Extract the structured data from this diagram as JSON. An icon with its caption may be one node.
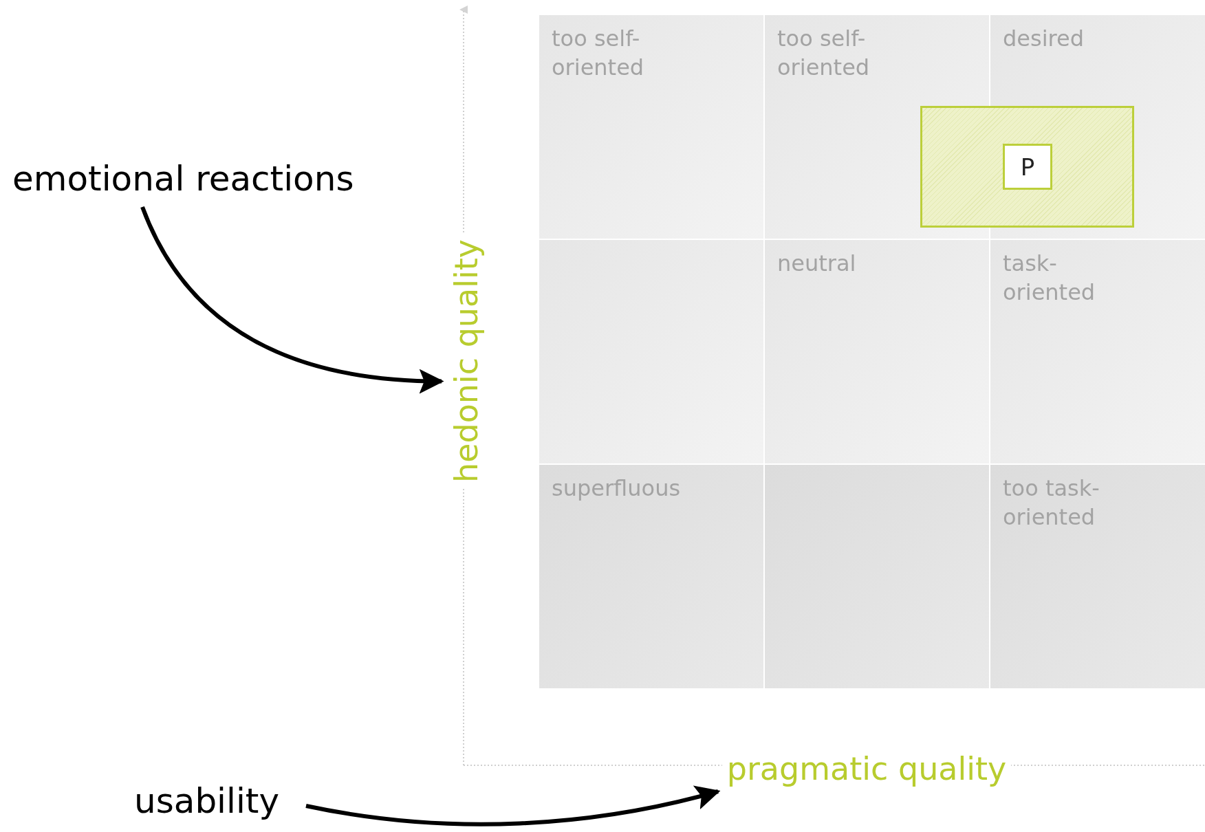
{
  "diagram": {
    "nodes": [
      {
        "text": [
          "emotional reactions"
        ]
      },
      {
        "text": [
          "hedonic quality"
        ]
      },
      {
        "text": [
          "too self-oriented"
        ]
      },
      {
        "text": [
          "too self-oriented"
        ]
      },
      {
        "text": [
          "desired"
        ]
      },
      {
        "text": [],
        "shape": "box"
      },
      {
        "text": [
          "neutral"
        ]
      },
      {
        "text": [
          "task-oriented"
        ]
      },
      {
        "text": [
          "superfluous"
        ]
      },
      {
        "text": [],
        "shape": "box"
      },
      {
        "text": [
          "too task-oriented"
        ]
      },
      {
        "text": [],
        "shape": "box"
      },
      {
        "text": [
          "P"
        ]
      },
      {
        "text": [
          "usability"
        ]
      },
      {
        "text": [
          "pragmatic quality"
        ]
      }
    ],
    "edges": [
      {
        "from": 0,
        "to": 1,
        "arrow": "to"
      },
      {
        "from": 13,
        "to": 14,
        "arrow": "to"
      }
    ]
  }
}
